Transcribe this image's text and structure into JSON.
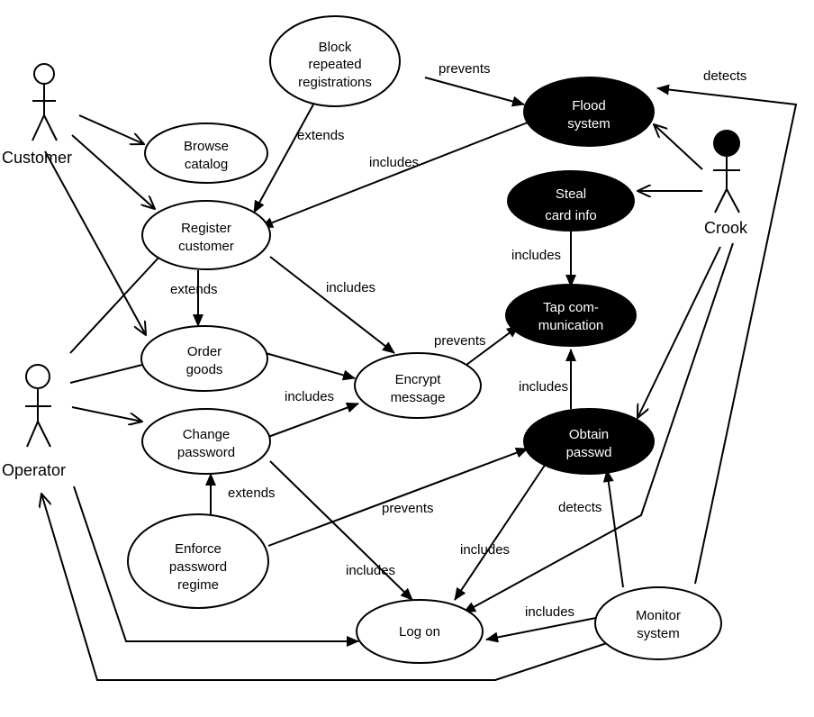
{
  "actors": {
    "customer": "Customer",
    "operator": "Operator",
    "crook": "Crook"
  },
  "use_cases": {
    "block": [
      "Block",
      "repeated",
      "registrations"
    ],
    "browse": [
      "Browse",
      "catalog"
    ],
    "register": [
      "Register",
      "customer"
    ],
    "order": [
      "Order",
      "goods"
    ],
    "change": [
      "Change",
      "password"
    ],
    "enforce": [
      "Enforce",
      "password",
      "regime"
    ],
    "encrypt": [
      "Encrypt",
      "message"
    ],
    "logon": [
      "Log on"
    ],
    "monitor": [
      "Monitor",
      "system"
    ],
    "flood": [
      "Flood",
      "system"
    ],
    "steal": [
      "Steal",
      "card info"
    ],
    "tap": [
      "Tap com-",
      "munication"
    ],
    "obtain": [
      "Obtain",
      "passwd"
    ]
  },
  "edge_labels": {
    "prevents_flood": "prevents",
    "detects_flood": "detects",
    "extends_block": "extends",
    "includes_flood": "includes",
    "extends_order": "extends",
    "includes_encrypt_register": "includes",
    "prevents_tap": "prevents",
    "includes_steal_tap": "includes",
    "includes_encrypt_change": "includes",
    "includes_obtain_tap": "includes",
    "extends_enforce": "extends",
    "prevents_obtain": "prevents",
    "detects_obtain": "detects",
    "includes_obtain_logon": "includes",
    "includes_change_logon": "includes",
    "includes_monitor_logon": "includes"
  }
}
